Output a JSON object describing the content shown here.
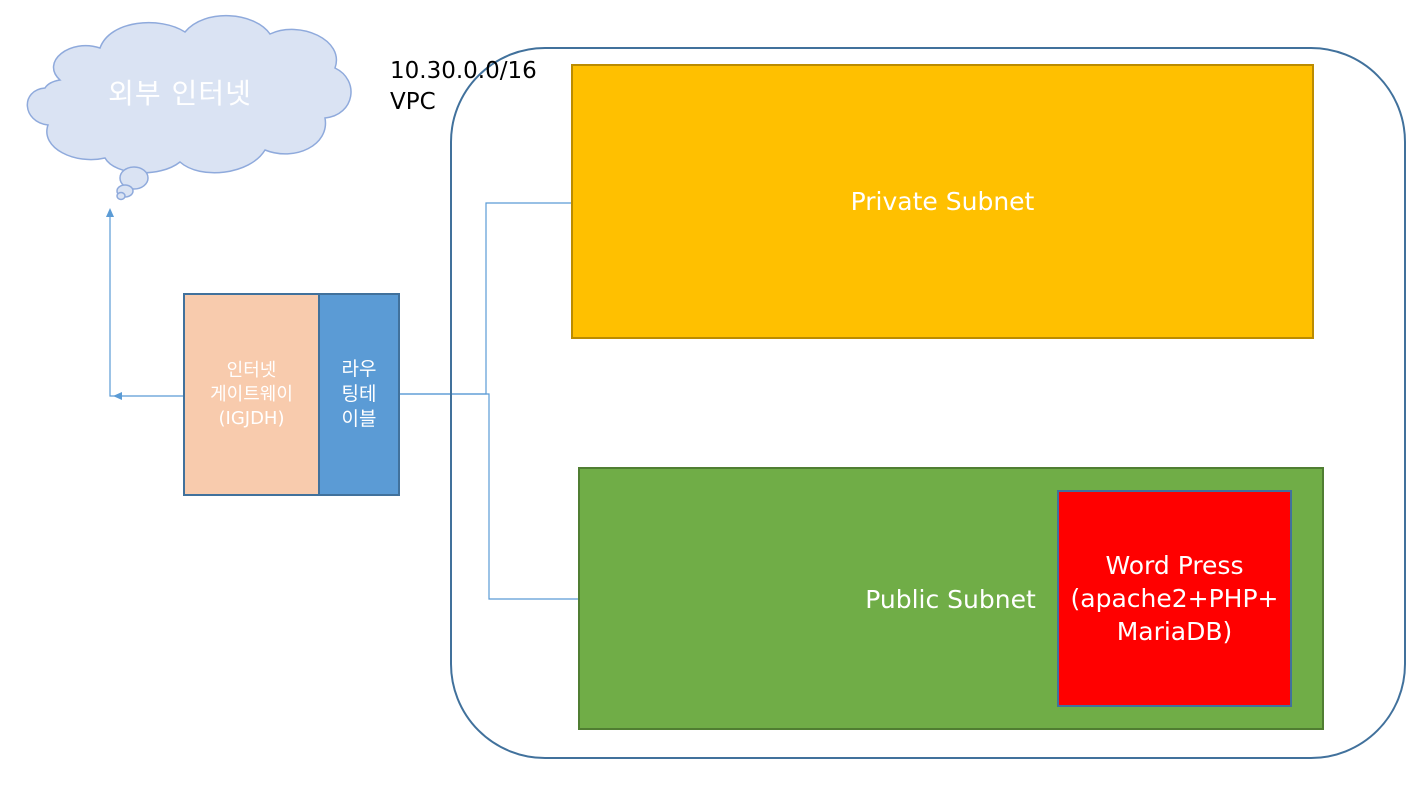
{
  "cloud": {
    "label": "외부 인터넷",
    "fill": "#dae3f3",
    "stroke": "#8faadc"
  },
  "vpc": {
    "label": "10.30.0.0/16\nVPC",
    "border_color": "#41719c"
  },
  "private_subnet": {
    "label": "Private Subnet",
    "fill": "#ffc000"
  },
  "public_subnet": {
    "label": "Public Subnet",
    "fill": "#70ad47"
  },
  "wordpress": {
    "label": "Word Press\n(apache2+PHP+\nMariaDB)",
    "fill": "#ff0000"
  },
  "internet_gateway": {
    "label": "인터넷\n게이트웨이\n(IGJDH)",
    "fill": "#f8cbad"
  },
  "routing_table": {
    "label": "라우\n팅테\n이블",
    "fill": "#5b9bd5"
  },
  "connector_color": "#5b9bd5"
}
